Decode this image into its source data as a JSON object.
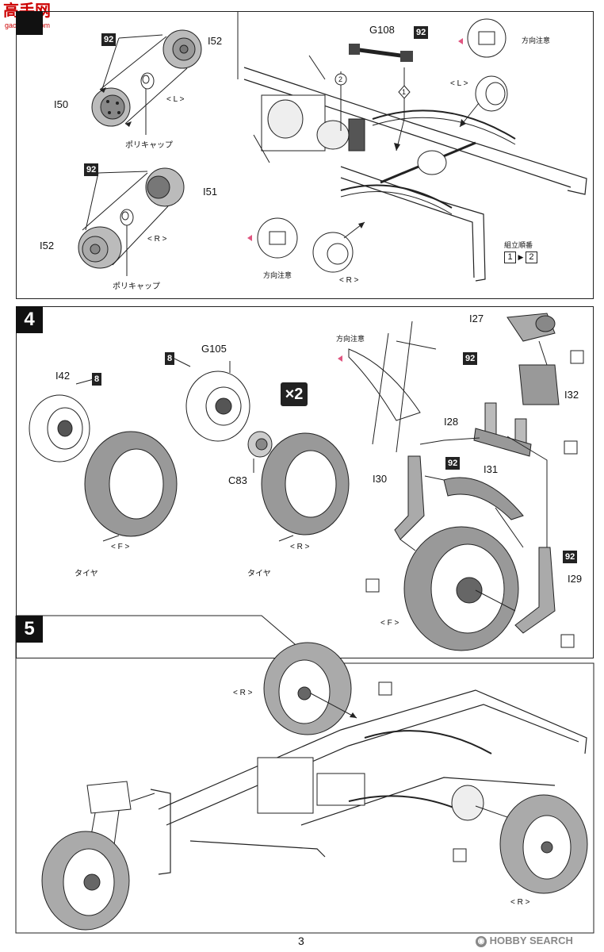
{
  "header": {
    "site_logo_text": "高手网",
    "site_url": "gao-shou.com"
  },
  "steps": {
    "step3": {
      "parts_left_L": {
        "paint_code": "92",
        "part_top": "I52",
        "part_bottom": "I50",
        "side_label": "< L >",
        "polycap_label": "ポリキャップ"
      },
      "parts_left_R": {
        "paint_code": "92",
        "part_top": "I51",
        "part_bottom": "I52",
        "side_label": "< R >",
        "polycap_label": "ポリキャップ"
      },
      "driveshaft": {
        "part": "G108",
        "paint_code": "92",
        "order_1": "1",
        "order_2": "2"
      },
      "right_top": {
        "direction_note": "方向注意",
        "side_label": "< L >"
      },
      "bottom_center": {
        "direction_note": "方向注意",
        "side_label": "< R >"
      },
      "assembly_order": {
        "label": "組立順番",
        "first": "1",
        "second": "2",
        "arrow": "▶"
      }
    },
    "step4": {
      "number": "4",
      "multiplier": "×2",
      "front_wheel": {
        "part": "I42",
        "paint_code": "8",
        "side_label": "< F >",
        "tire_label": "タイヤ"
      },
      "rear_wheel": {
        "part": "G105",
        "paint_code": "8",
        "hub_part": "C83",
        "side_label": "< R >",
        "tire_label": "タイヤ"
      },
      "front_fork": {
        "direction_note": "方向注意",
        "part_top": "I27",
        "paint_code": "92",
        "part_clamp": "I32",
        "part_tubes": "I28",
        "part_left_leg": "I30",
        "part_fender": "I31",
        "part_right_leg": "I29",
        "fender_paint": "92",
        "right_leg_paint": "92",
        "side_label": "< F >"
      }
    },
    "step5": {
      "number": "5",
      "rear_top_label": "< R >",
      "rear_bottom_label": "< R >"
    }
  },
  "footer": {
    "page_number": "3",
    "watermark": "HOBBY SEARCH"
  }
}
